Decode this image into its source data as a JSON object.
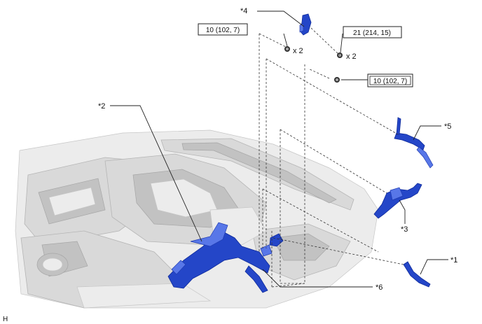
{
  "callouts": {
    "part1": "*1",
    "part2": "*2",
    "part3": "*3",
    "part4": "*4",
    "part5": "*5",
    "part6": "*6"
  },
  "torque_specs": {
    "left_bolt": "10 (102, 7)",
    "right_bolt_top": "21 (214, 15)",
    "right_bolt_bottom": "10 (102, 7)"
  },
  "quantities": {
    "left_bolt": "x 2",
    "right_bolt_top": "x 2"
  },
  "corner_mark": "H",
  "colors": {
    "part_highlight": "#2446c8",
    "engine_gray": "#d9d9d9"
  }
}
